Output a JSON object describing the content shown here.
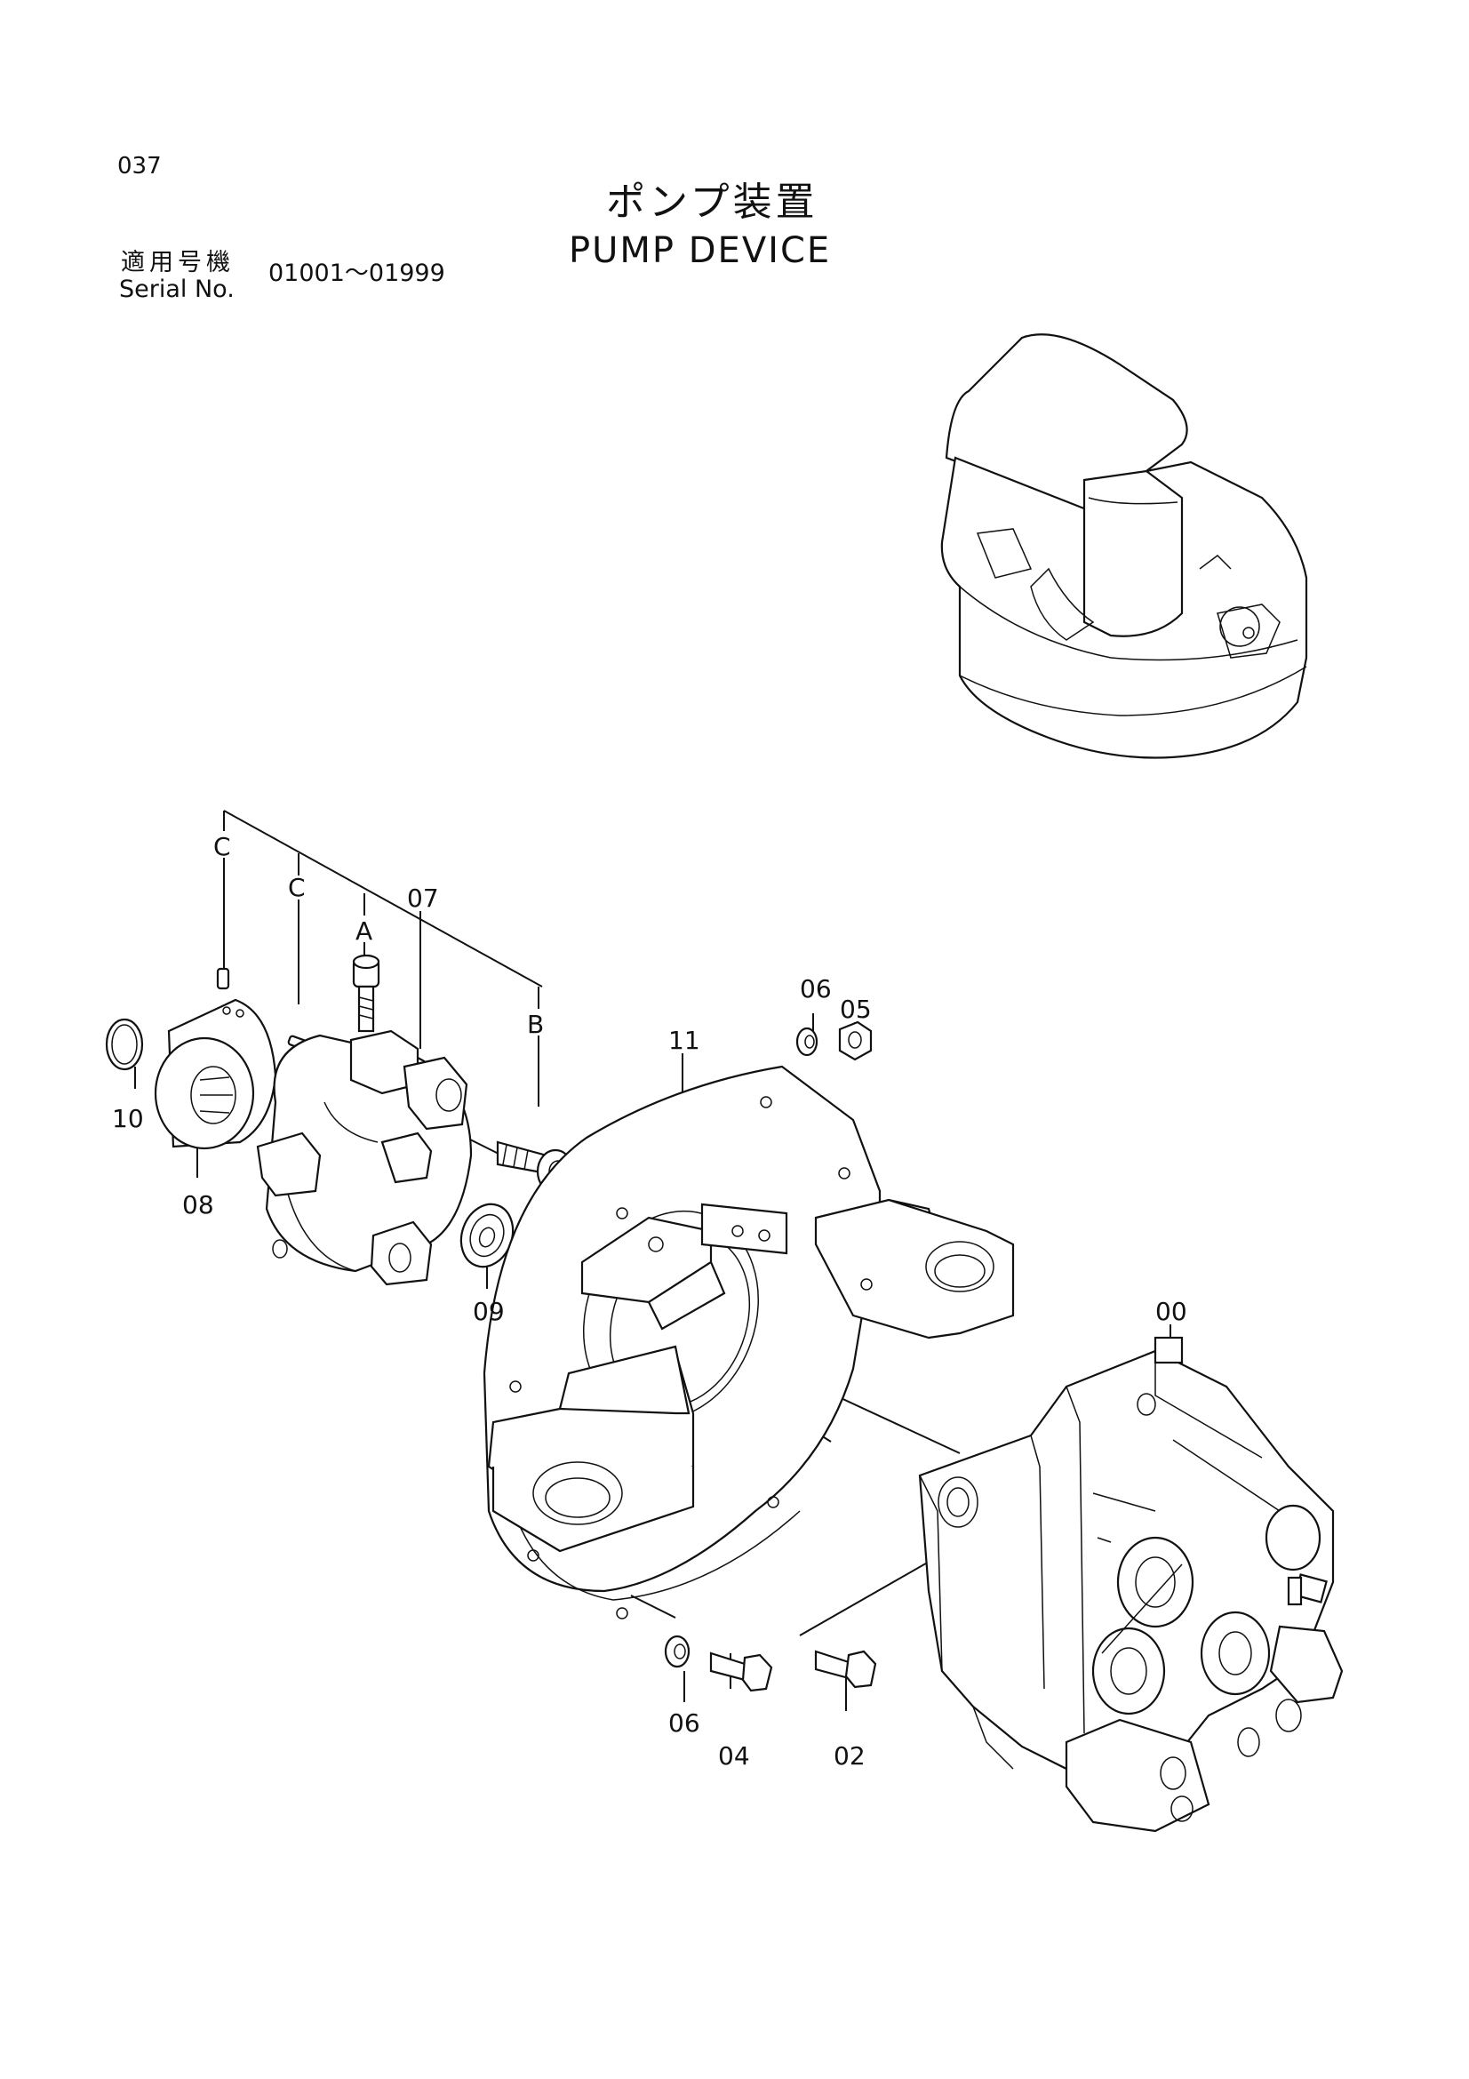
{
  "page_number": "037",
  "title_ja": "ポンプ装置",
  "title_en": "PUMP DEVICE",
  "serial_label_ja": "適用号機",
  "serial_label_en": "Serial No.",
  "serial_range": "01001～01999",
  "callouts": {
    "p00": "00",
    "p02": "02",
    "p04": "04",
    "p05": "05",
    "p06a": "06",
    "p06b": "06",
    "p07": "07",
    "p08": "08",
    "p09": "09",
    "p10": "10",
    "p11": "11",
    "refA": "A",
    "refB": "B",
    "refC1": "C",
    "refC2": "C"
  }
}
